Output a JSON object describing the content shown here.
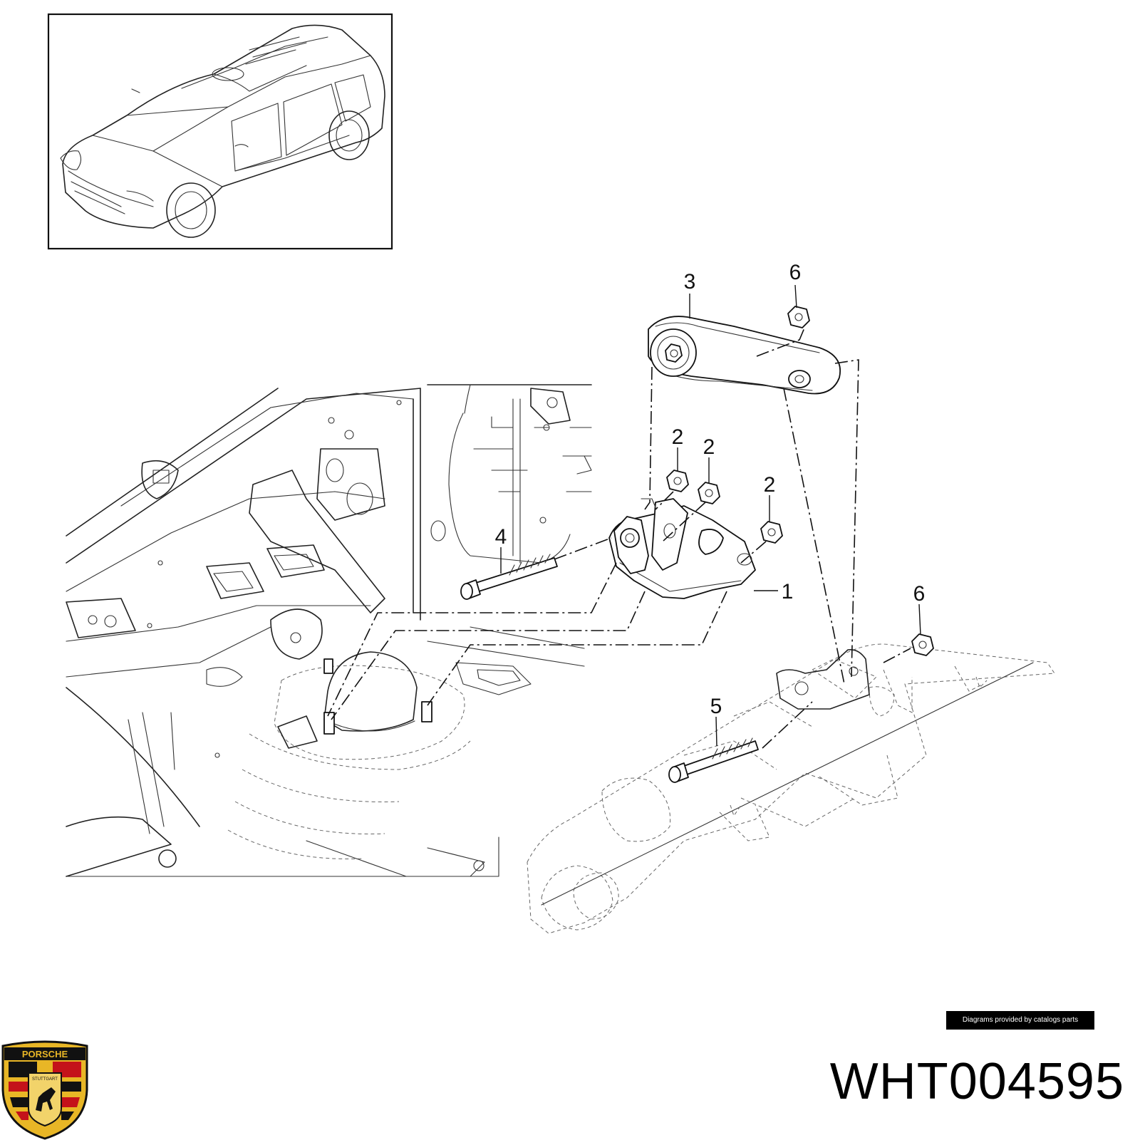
{
  "callouts": [
    {
      "id": "1",
      "label": "1"
    },
    {
      "id": "2a",
      "label": "2"
    },
    {
      "id": "2b",
      "label": "2"
    },
    {
      "id": "2c",
      "label": "2"
    },
    {
      "id": "3",
      "label": "3"
    },
    {
      "id": "4",
      "label": "4"
    },
    {
      "id": "5",
      "label": "5"
    },
    {
      "id": "6a",
      "label": "6"
    },
    {
      "id": "6b",
      "label": "6"
    }
  ],
  "footer": {
    "credit": "Diagrams provided by catalogs parts",
    "part_number": "WHT004595"
  },
  "logo": {
    "brand_text": "PORSCHE",
    "city_text": "STUTTGART",
    "icon": "porsche-crest-icon",
    "colors": {
      "gold": "#e8b626",
      "red": "#c4121a",
      "black": "#111111"
    }
  }
}
